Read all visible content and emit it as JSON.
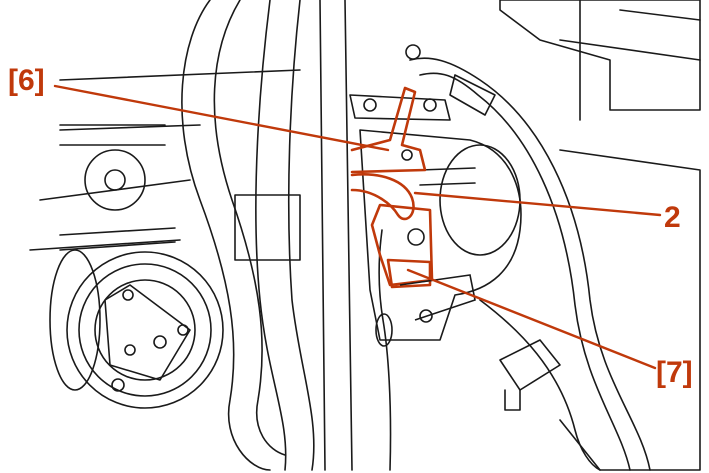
{
  "colors": {
    "line_art": "#1a1a1a",
    "highlight": "#c0390b",
    "background": "#ffffff"
  },
  "callouts": [
    {
      "id": "6",
      "label": "[6]"
    },
    {
      "id": "2",
      "label": "2"
    },
    {
      "id": "7",
      "label": "[7]"
    }
  ]
}
